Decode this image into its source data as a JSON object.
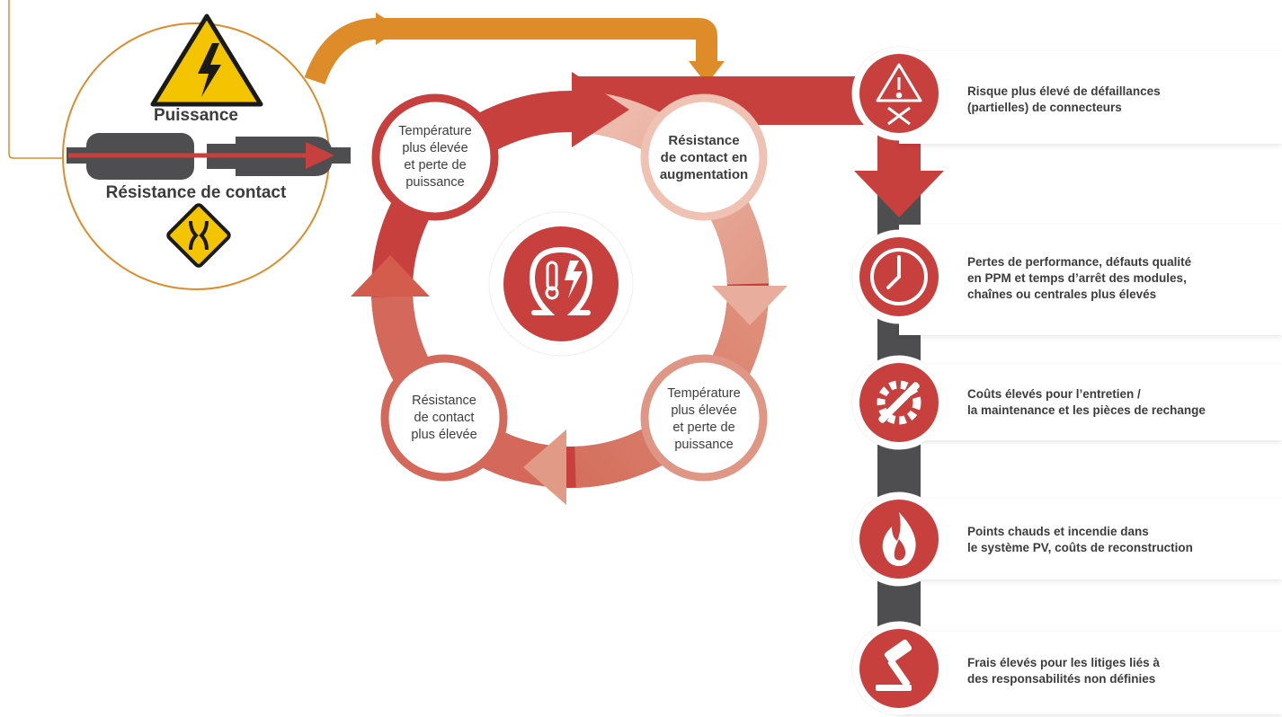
{
  "input": {
    "power_label": "Puissance",
    "resistance_label": "Résistance de contact"
  },
  "cycle": [
    {
      "lines": [
        "Température",
        "plus élevée",
        "et perte de",
        "puissance"
      ]
    },
    {
      "lines": [
        "Résistance",
        "de contact en",
        "augmentation"
      ]
    },
    {
      "lines": [
        "Température",
        "plus élevée",
        "et perte de",
        "puissance"
      ]
    },
    {
      "lines": [
        "Résistance",
        "de contact",
        "plus élevée"
      ]
    }
  ],
  "consequences": [
    {
      "icon": "warning-tools-icon",
      "lines": [
        "Risque plus élevé de défaillances",
        "(partielles) de connecteurs"
      ]
    },
    {
      "icon": "clock-icon",
      "lines": [
        "Pertes de performance, défauts qualité",
        "en PPM et temps d’arrêt des modules,",
        "chaînes ou centrales plus élevés"
      ]
    },
    {
      "icon": "gear-wrench-icon",
      "lines": [
        "Coûts élevés pour l’entretien /",
        "la maintenance et les pièces de rechange"
      ]
    },
    {
      "icon": "flame-icon",
      "lines": [
        "Points chauds et incendie dans",
        "le système PV, coûts de reconstruction"
      ]
    },
    {
      "icon": "gavel-icon",
      "lines": [
        "Frais élevés pour les litiges liés à",
        "des responsabilités non définies"
      ]
    }
  ],
  "colors": {
    "red": "#c8403e",
    "salmon": "#e4a08f",
    "orange": "#de8c2a",
    "dark_gray": "#4e4e50",
    "yellow": "#f5c400"
  }
}
